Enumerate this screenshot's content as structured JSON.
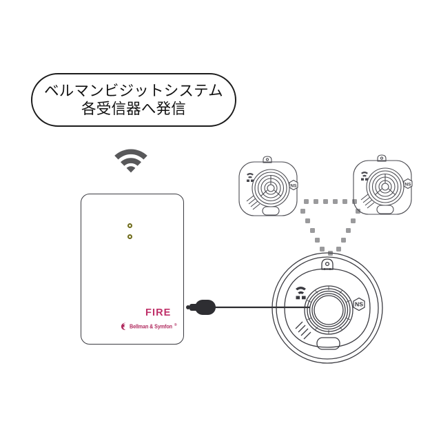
{
  "diagram": {
    "title_bubble": {
      "line1": "ベルマンビジットシステム",
      "line2": "各受信器へ発信"
    },
    "broadcast_icon": "wifi-signal-icon",
    "transmitter": {
      "product_label": "FIRE",
      "brand_name": "Bellman & Symfon",
      "brand_trademark": "®",
      "led_indicators": [
        {
          "name": "led-top",
          "color": "#6e6b1c"
        },
        {
          "name": "led-bottom",
          "color": "#6e6b1c"
        }
      ]
    },
    "detectors": [
      {
        "id": "detector-top-left",
        "shape": "rounded-square",
        "badge_text": "NS",
        "signal_icon": "wifi-small-icon",
        "has_mount_tab": true,
        "has_test_button": true
      },
      {
        "id": "detector-top-right",
        "shape": "rounded-square",
        "badge_text": "NS",
        "signal_icon": "wifi-small-icon",
        "has_mount_tab": true,
        "has_test_button": true
      },
      {
        "id": "detector-main",
        "shape": "circular-with-base",
        "badge_text": "NS",
        "signal_icon": "wifi-small-icon",
        "has_mount_tab": true,
        "has_test_button": true
      }
    ],
    "connections": {
      "cable": "wired-connector-cable",
      "wireless_links": "dotted-triangle-link"
    },
    "colors": {
      "outline": "#3a3a40",
      "bubble_border": "#1b1b1b",
      "wifi_gray": "#58585a",
      "dot_gray": "#9a9a9c",
      "fire_crimson": "#bf2f68",
      "brand_crimson": "#b02a5e",
      "led_olive": "#6e6b1c",
      "background": "#ffffff"
    }
  }
}
